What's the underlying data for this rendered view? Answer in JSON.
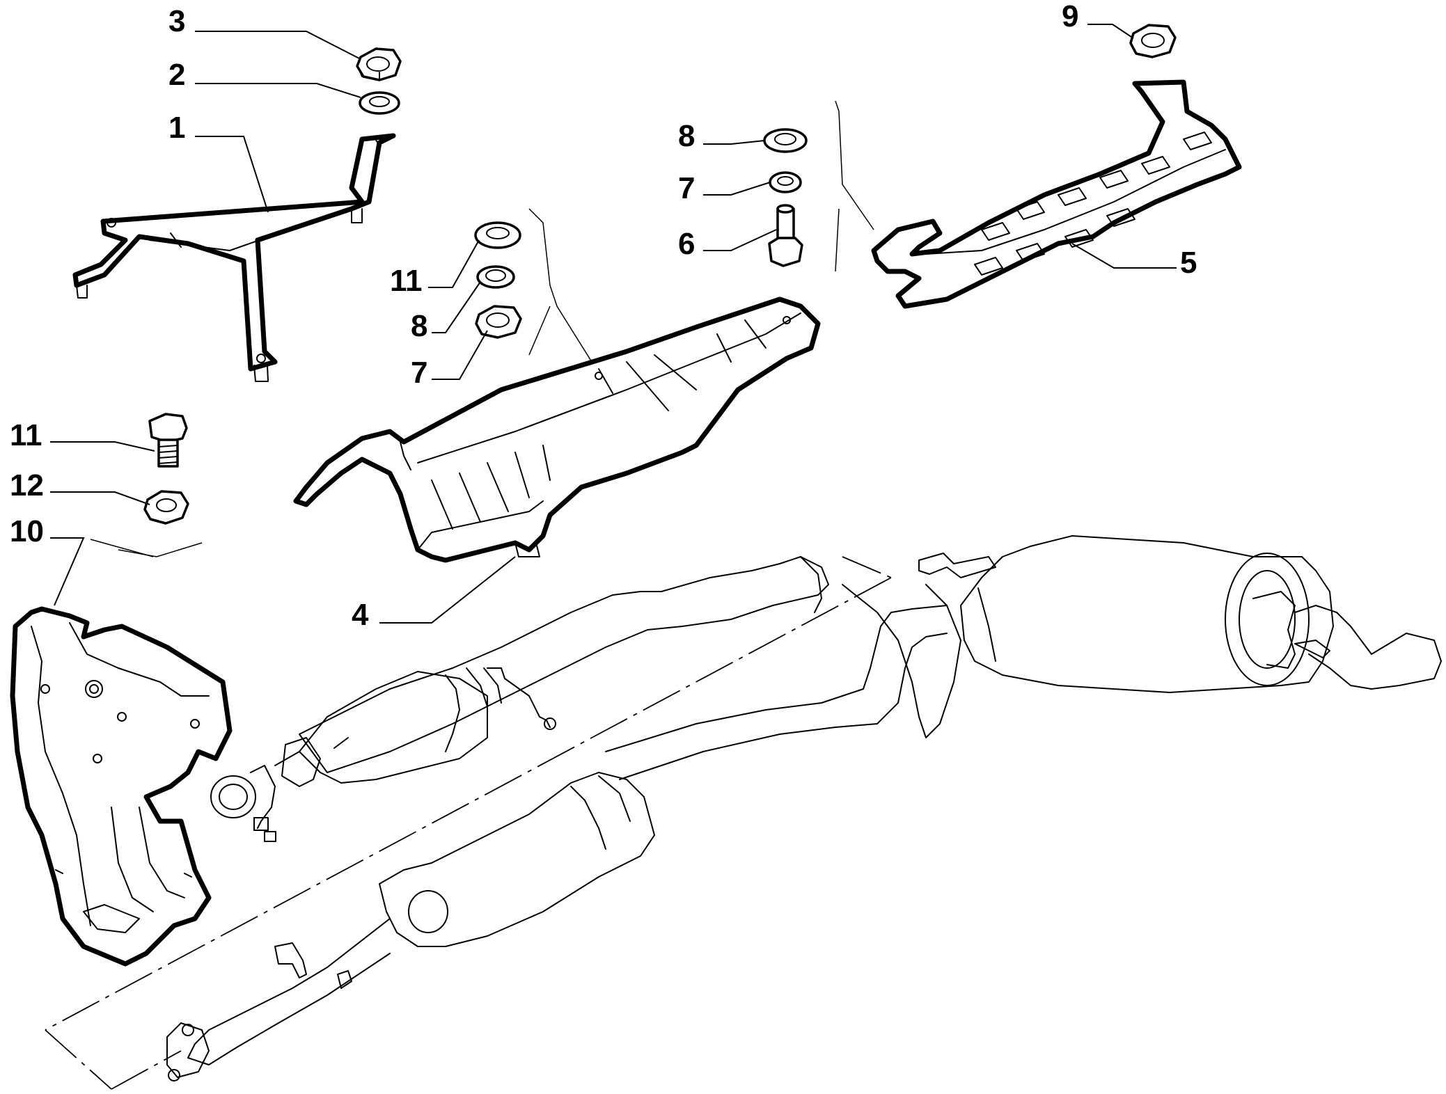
{
  "diagram": {
    "callouts": {
      "c1": "1",
      "c2": "2",
      "c3": "3",
      "c4": "4",
      "c5": "5",
      "c6": "6",
      "c7a": "7",
      "c7b": "7",
      "c8a": "8",
      "c8b": "8",
      "c9": "9",
      "c10": "10",
      "c11a": "11",
      "c11b": "11",
      "c12": "12"
    },
    "colors": {
      "line": "#000000",
      "background": "#ffffff"
    }
  }
}
